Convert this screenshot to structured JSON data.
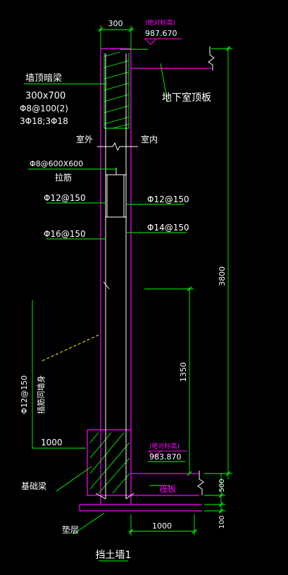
{
  "drawing": {
    "top_width_dim": "300",
    "top_elev_label": "(绝对标高)",
    "top_elev_value": "987.670",
    "wall_beam_label": "墙顶暗梁",
    "beam_size": "300x700",
    "beam_stirrup": "Φ8@100(2)",
    "beam_rebar": "3Φ18;3Φ18",
    "roof_slab_label": "地下室顶板",
    "outside_label": "室外",
    "inside_label": "室内",
    "tie_spacing": "Φ8@600X600",
    "tie_label": "拉筋",
    "rebar_left_1": "Φ12@150",
    "rebar_right_1": "Φ12@150",
    "rebar_left_2": "Φ16@150",
    "rebar_right_2": "Φ14@150",
    "height_dim": "3800",
    "mid_dim": "1350",
    "vertical_note_rebar": "Φ12@150",
    "vertical_note_text": "插筋同墙身",
    "embed_dim": "1000",
    "bottom_elev_label": "(绝对标高)",
    "bottom_elev_value": "983.870",
    "foundation_beam_label": "基础梁",
    "raft_label": "筏板",
    "raft_dim": "500",
    "cushion_dim": "100",
    "cushion_label": "垫层",
    "bottom_width_dim": "1000",
    "title": "挡土墙1"
  },
  "colors": {
    "background": "#000000",
    "wall": "#ff00ff",
    "rebar": "#ffffff",
    "dimension": "#00ff00",
    "elevation_label": "#ff00ff",
    "hatch": "#00ff00",
    "soil_slope": "#ffff00"
  }
}
